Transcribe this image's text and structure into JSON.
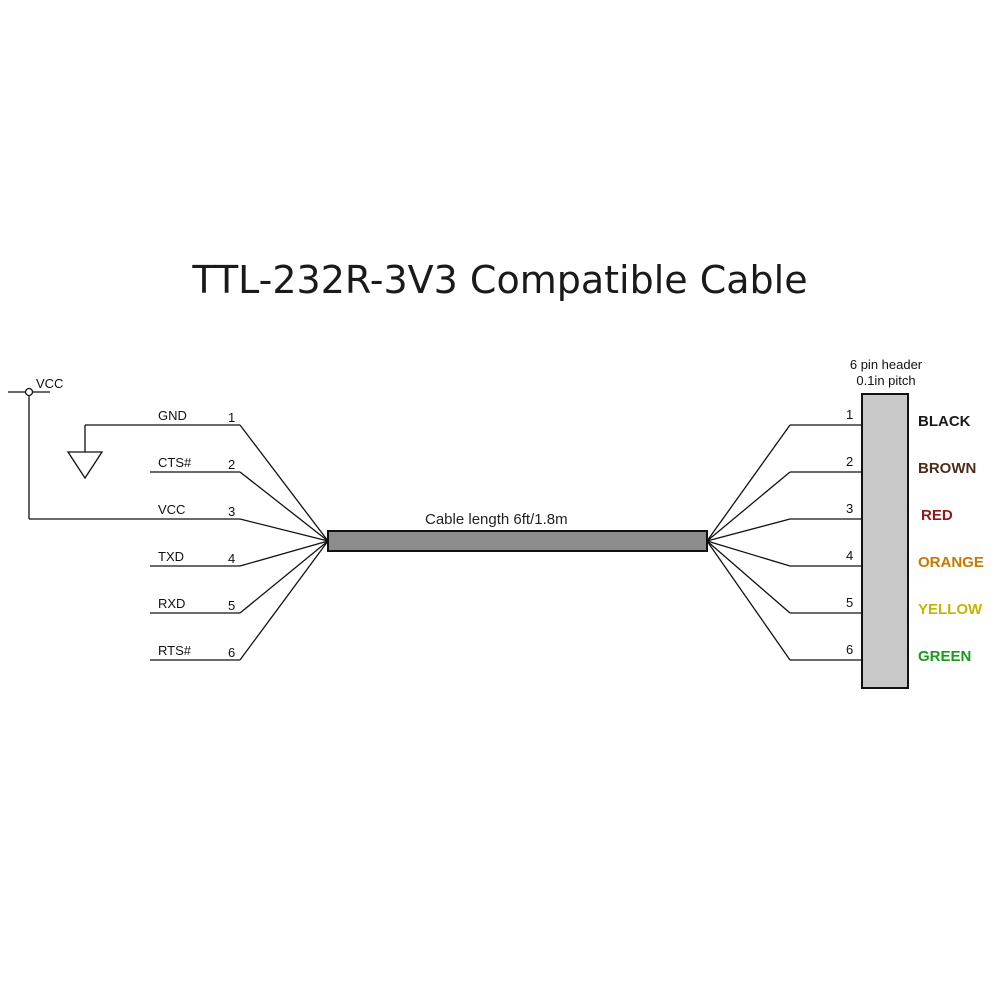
{
  "title": "TTL-232R-3V3 Compatible Cable",
  "vcc_source_label": "VCC",
  "cable_label": "Cable length 6ft/1.8m",
  "header": {
    "line1": "6 pin header",
    "line2": "0.1in pitch"
  },
  "left_pins": [
    {
      "signal": "GND",
      "pin": "1"
    },
    {
      "signal": "CTS#",
      "pin": "2"
    },
    {
      "signal": "VCC",
      "pin": "3"
    },
    {
      "signal": "TXD",
      "pin": "4"
    },
    {
      "signal": "RXD",
      "pin": "5"
    },
    {
      "signal": "RTS#",
      "pin": "6"
    }
  ],
  "right_pins": [
    {
      "pin": "1",
      "color_name": "BLACK",
      "color": "#1a1a1a"
    },
    {
      "pin": "2",
      "color_name": "BROWN",
      "color": "#4a2e1a"
    },
    {
      "pin": "3",
      "color_name": "RED",
      "color": "#8b1a1a"
    },
    {
      "pin": "4",
      "color_name": "ORANGE",
      "color": "#c87800"
    },
    {
      "pin": "5",
      "color_name": "YELLOW",
      "color": "#c8b400"
    },
    {
      "pin": "6",
      "color_name": "GREEN",
      "color": "#1a9a1a"
    }
  ]
}
